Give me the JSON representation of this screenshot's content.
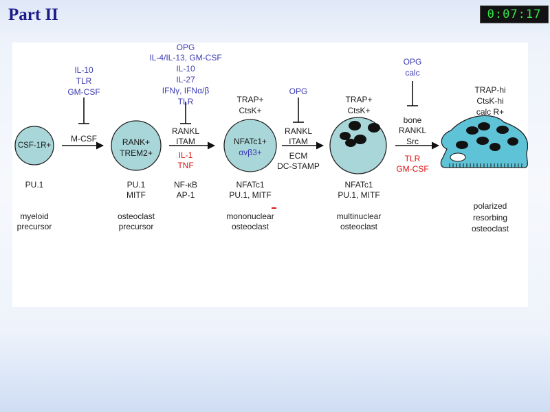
{
  "slide": {
    "title": "Part II",
    "timer": "0:07:17"
  },
  "stages": [
    {
      "cell_label": "CSF-1R+",
      "factors": "PU.1",
      "name": [
        "myeloid",
        "precursor"
      ]
    },
    {
      "cell_label": [
        "RANK+",
        "TREM2+"
      ],
      "factors": [
        "PU.1",
        "MITF"
      ],
      "name": [
        "osteoclast",
        "precursor"
      ]
    },
    {
      "cell_label": [
        "NFATc1+",
        "αvβ3+"
      ],
      "above": [
        "TRAP+",
        "CtsK+"
      ],
      "factors": [
        "NFATc1",
        "PU.1, MITF"
      ],
      "name": [
        "mononuclear",
        "osteoclast"
      ]
    },
    {
      "above": [
        "TRAP+",
        "CtsK+"
      ],
      "factors": [
        "NFATc1",
        "PU.1, MITF"
      ],
      "name": [
        "multinuclear",
        "osteoclast"
      ]
    },
    {
      "above": [
        "TRAP-hi",
        "CtsK-hi",
        "calc R+"
      ],
      "name": [
        "polarized",
        "resorbing",
        "osteoclast"
      ]
    }
  ],
  "transitions": [
    {
      "inhibitors": [
        "IL-10",
        "TLR",
        "GM-CSF"
      ],
      "arrow_label": "M-CSF"
    },
    {
      "inhibitors": [
        "OPG",
        "IL-4/IL-13, GM-CSF",
        "IL-10",
        "IL-27",
        "IFNγ, IFNα/β",
        "TLR"
      ],
      "arrow_above": [
        "RANKL",
        "ITAM"
      ],
      "arrow_below_red": [
        "IL-1",
        "TNF"
      ],
      "signals": [
        "NF-κB",
        "AP-1"
      ]
    },
    {
      "inhibitors": [
        "OPG"
      ],
      "arrow_above": [
        "RANKL",
        "ITAM"
      ],
      "arrow_below": [
        "ECM",
        "DC-STAMP"
      ]
    },
    {
      "inhibitors": [
        "OPG",
        "calc"
      ],
      "arrow_above": [
        "bone",
        "RANKL",
        "Src"
      ],
      "arrow_below_red": [
        "TLR",
        "GM-CSF"
      ]
    }
  ],
  "colors": {
    "cell_fill": "#a9d6d9",
    "inhibitor_text": "#3a3ab2",
    "stimulus_red": "#e01010",
    "title": "#1b1b8c"
  }
}
